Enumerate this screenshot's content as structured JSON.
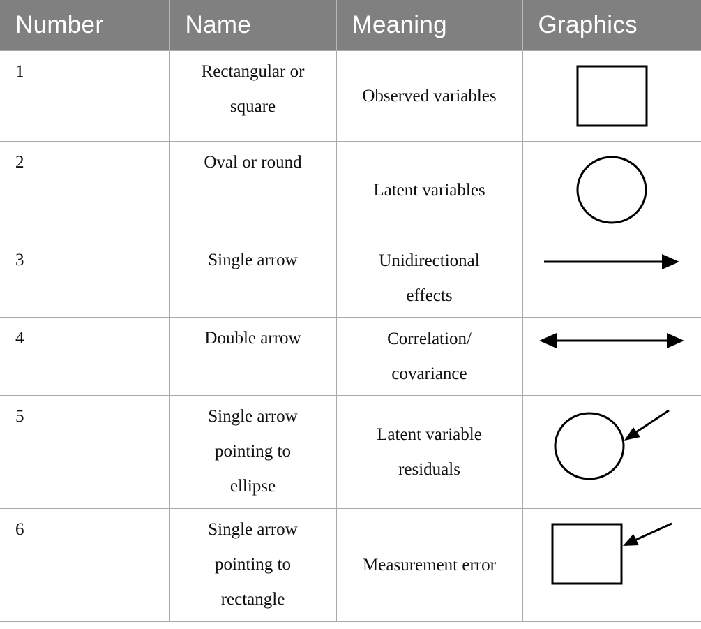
{
  "headers": [
    "Number",
    "Name",
    "Meaning",
    "Graphics"
  ],
  "rows": [
    {
      "number": "1",
      "name": "Rectangular or square",
      "meaning": "Observed variables",
      "graphic": "rectangle-icon"
    },
    {
      "number": "2",
      "name": "Oval or round",
      "meaning": "Latent variables",
      "graphic": "circle-icon"
    },
    {
      "number": "3",
      "name": "Single arrow",
      "meaning": "Unidirectional effects",
      "graphic": "single-arrow-icon"
    },
    {
      "number": "4",
      "name": "Double arrow",
      "meaning": "Correlation/ covariance",
      "graphic": "double-arrow-icon"
    },
    {
      "number": "5",
      "name": "Single arrow pointing to ellipse",
      "meaning": "Latent variable residuals",
      "graphic": "circle-with-arrow-icon"
    },
    {
      "number": "6",
      "name": "Single arrow pointing to rectangle",
      "meaning": "Measurement error",
      "graphic": "rectangle-with-arrow-icon"
    }
  ],
  "colors": {
    "header_bg": "#808080",
    "header_text": "#ffffff",
    "border": "#a9a9a9",
    "stroke": "#000000"
  }
}
